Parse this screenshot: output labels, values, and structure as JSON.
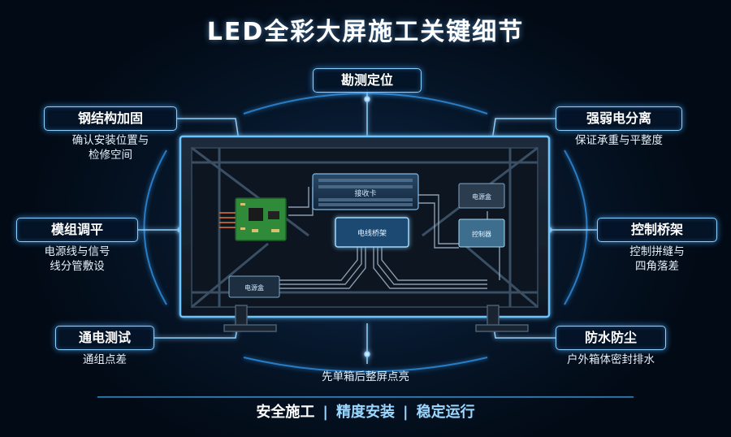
{
  "title": "LED全彩大屏施工关键细节",
  "callouts": {
    "top": {
      "label": "勘测定位"
    },
    "left1": {
      "label": "钢结构加固",
      "desc": [
        "确认安装位置与",
        "检修空间"
      ]
    },
    "left2": {
      "label": "模组调平",
      "desc": [
        "电源线与信号",
        "线分管敷设"
      ]
    },
    "left3": {
      "label": "通电测试",
      "desc": [
        "通组点差"
      ]
    },
    "right1": {
      "label": "强弱电分离",
      "desc": [
        "保证承重与平整度"
      ]
    },
    "right2": {
      "label": "控制桥架",
      "desc": [
        "控制拼缝与",
        "四角落差"
      ]
    },
    "right3": {
      "label": "防水防尘",
      "desc": [
        "户外箱体密封排水"
      ]
    },
    "bottom": {
      "desc": "先单箱后整屏点亮"
    }
  },
  "panel_labels": {
    "top_box": "接收卡",
    "center_box": "电线桥架",
    "right_box1": "电源盒",
    "right_box2": "控制器",
    "bottom_left_box": "电源盒"
  },
  "footer": {
    "part1": "安全施工",
    "separator": "|",
    "part2": "精度安装",
    "part3": "稳定运行"
  },
  "colors": {
    "background": "#03101f",
    "glow": "#3aa8ff",
    "frame": "#1b2a3a",
    "pcb": "#2f8a3a"
  }
}
